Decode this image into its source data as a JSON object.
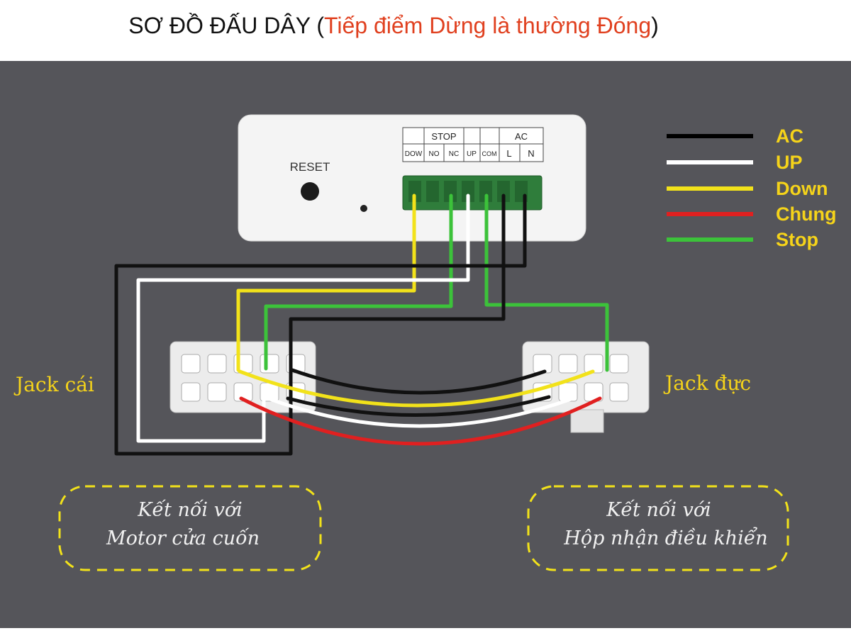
{
  "title": {
    "main": "SƠ ĐỒ ĐẤU DÂY (",
    "highlight": "Tiếp điểm Dừng là thường Đóng",
    "end": ")"
  },
  "device": {
    "reset_label": "RESET",
    "group_stop": "STOP",
    "group_ac": "AC",
    "terminals": [
      "DOW",
      "NO",
      "NC",
      "UP",
      "COM",
      "L",
      "N"
    ]
  },
  "legend": [
    {
      "label": "AC",
      "color": "#000000"
    },
    {
      "label": "UP",
      "color": "#ffffff"
    },
    {
      "label": "Down",
      "color": "#f2e21a"
    },
    {
      "label": "Chung",
      "color": "#e02020"
    },
    {
      "label": "Stop",
      "color": "#3cc23a"
    }
  ],
  "legend_text_color": "#f5d31a",
  "jack_female": {
    "label": "Jack cái"
  },
  "jack_male": {
    "label": "Jack đực"
  },
  "note_left": {
    "line1": "Kết nối với",
    "line2": "Motor cửa cuốn"
  },
  "note_right": {
    "line1": "Kết nối với",
    "line2": "Hộp nhận điều khiển"
  },
  "note_border_color": "#f2e21a"
}
